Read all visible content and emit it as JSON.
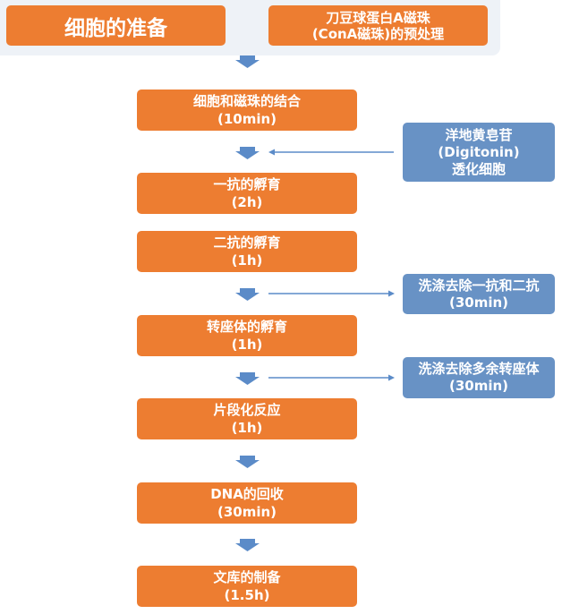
{
  "colors": {
    "step": "#ed7d31",
    "side": "#6892c5",
    "arrow": "#5b8bc8",
    "panel": "#eef2f7"
  },
  "header_panel": {
    "items": [
      {
        "lines": [
          "细胞的准备"
        ]
      },
      {
        "lines": [
          "刀豆球蛋白A磁珠",
          "(ConA磁珠)的预处理"
        ]
      }
    ]
  },
  "steps": [
    {
      "title": "细胞和磁珠的结合",
      "duration": "(10min)"
    },
    {
      "title": "一抗的孵育",
      "duration": "(2h)"
    },
    {
      "title": "二抗的孵育",
      "duration": "(1h)"
    },
    {
      "title": "转座体的孵育",
      "duration": "(1h)"
    },
    {
      "title": "片段化反应",
      "duration": "(1h)"
    },
    {
      "title": "DNA的回收",
      "duration": "(30min)"
    },
    {
      "title": "文库的制备",
      "duration": "(1.5h)"
    }
  ],
  "side_steps": [
    {
      "lines": [
        "洋地黄皂苷",
        "(Digitonin)",
        "透化细胞"
      ],
      "direction": "into-flow"
    },
    {
      "lines": [
        "洗涤去除一抗和二抗",
        "(30min)"
      ],
      "direction": "out-of-flow"
    },
    {
      "lines": [
        "洗涤去除多余转座体",
        "(30min)"
      ],
      "direction": "out-of-flow"
    }
  ]
}
